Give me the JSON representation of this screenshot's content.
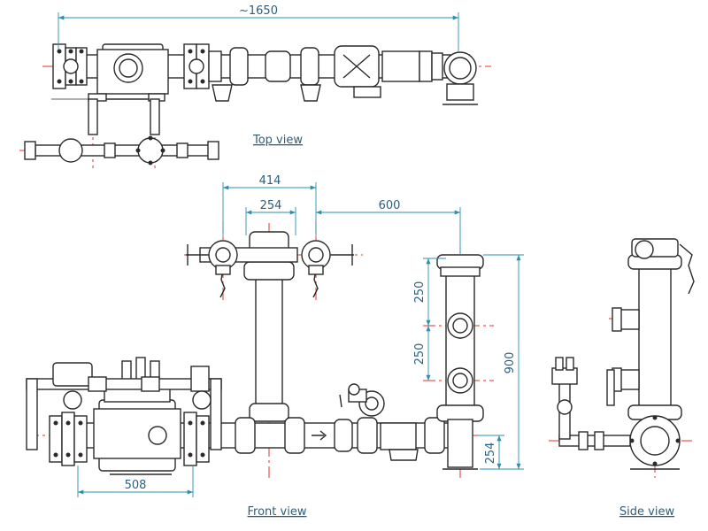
{
  "views": {
    "top": "Top view",
    "front": "Front view",
    "side": "Side view"
  },
  "dimensions": {
    "overall_length": "~1650",
    "branch_spacing": "414",
    "outlet_spacing": "254",
    "riser_offset": "600",
    "upper_outlet_spacing": "250",
    "lower_outlet_spacing": "250",
    "riser_height": "900",
    "bottom_height": "254",
    "valve_length": "508"
  },
  "colors": {
    "line": "#2a2a2a",
    "centerline": "#e0352b",
    "dimension": "#2c8fb0",
    "dimension_text": "#2c5f7e"
  }
}
